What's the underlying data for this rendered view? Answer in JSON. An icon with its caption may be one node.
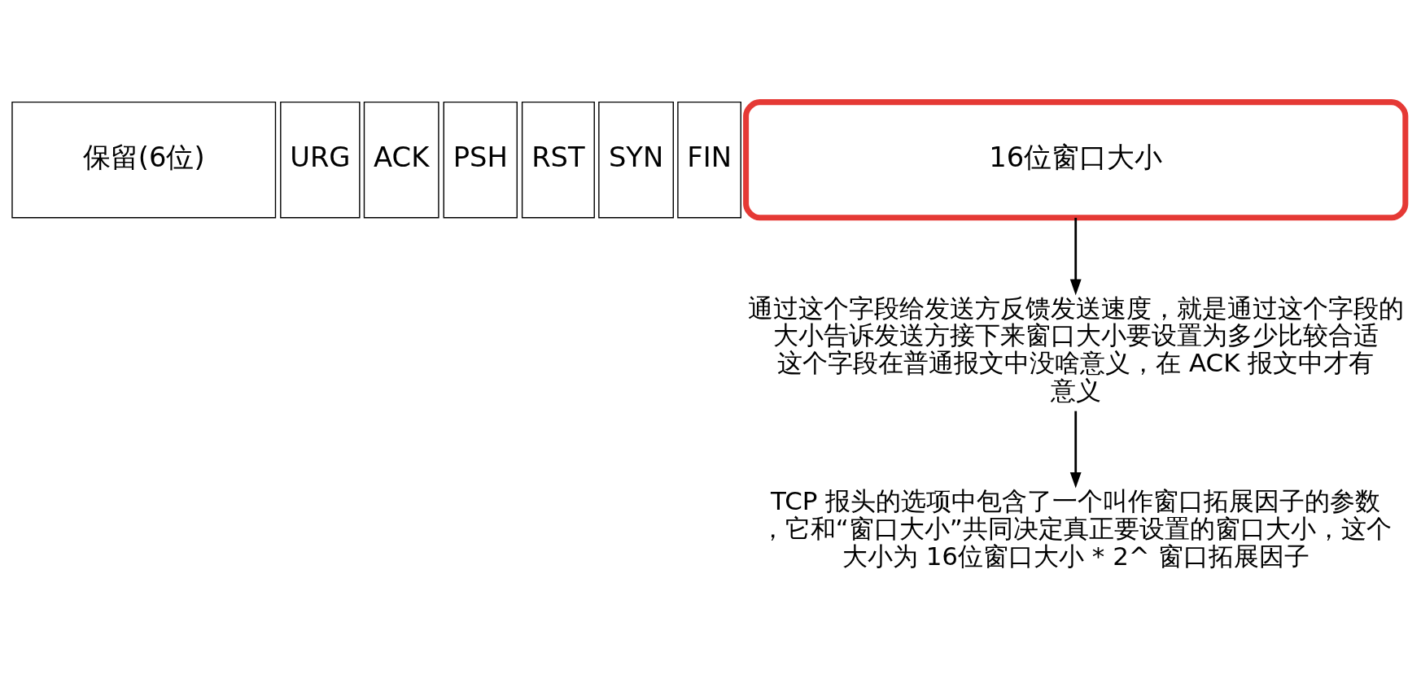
{
  "diagram": {
    "nodes": [
      {
        "text": [
          "保留(6位)"
        ]
      },
      {
        "text": [
          "URG"
        ]
      },
      {
        "text": [
          "ACK"
        ]
      },
      {
        "text": [
          "PSH"
        ]
      },
      {
        "text": [
          "RST"
        ]
      },
      {
        "text": [
          "SYN"
        ]
      },
      {
        "text": [
          "FIN"
        ]
      },
      {
        "text": [
          "16位窗口大小"
        ]
      },
      {
        "text": [
          "通过这个字段给发送方反馈发送速度，就是通过这个字段的大小告诉发送方接下来窗口大小要设置为多少比较合适",
          "这个字段在普通报文中没啥意义，在 ACK 报文中才有意义"
        ]
      },
      {
        "text": [
          "TCP 报头的选项中包含了一个叫作窗口拓展因子的参数，它和“窗口大小”共同决定真正要设置的窗口大小，这个大小为 16位窗口大小 * 2^ 窗口拓展因子"
        ]
      }
    ],
    "edges": [
      {
        "from": 7,
        "to": 8,
        "arrow": "to"
      },
      {
        "from": 8,
        "to": 9,
        "arrow": "to"
      }
    ]
  }
}
